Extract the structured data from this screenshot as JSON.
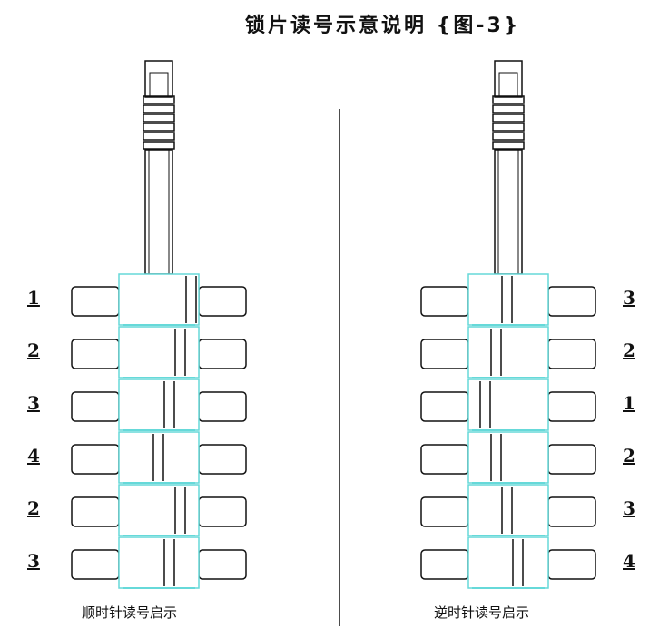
{
  "title": "锁片读号示意说明 {图-3}",
  "left": {
    "caption": "顺时针读号启示",
    "labels": [
      "1",
      "2",
      "3",
      "4",
      "2",
      "3"
    ]
  },
  "right": {
    "caption": "逆时针读号启示",
    "labels": [
      "3",
      "2",
      "1",
      "2",
      "3",
      "4"
    ]
  },
  "colors": {
    "plate": "#66d9d9",
    "line": "#111111"
  }
}
